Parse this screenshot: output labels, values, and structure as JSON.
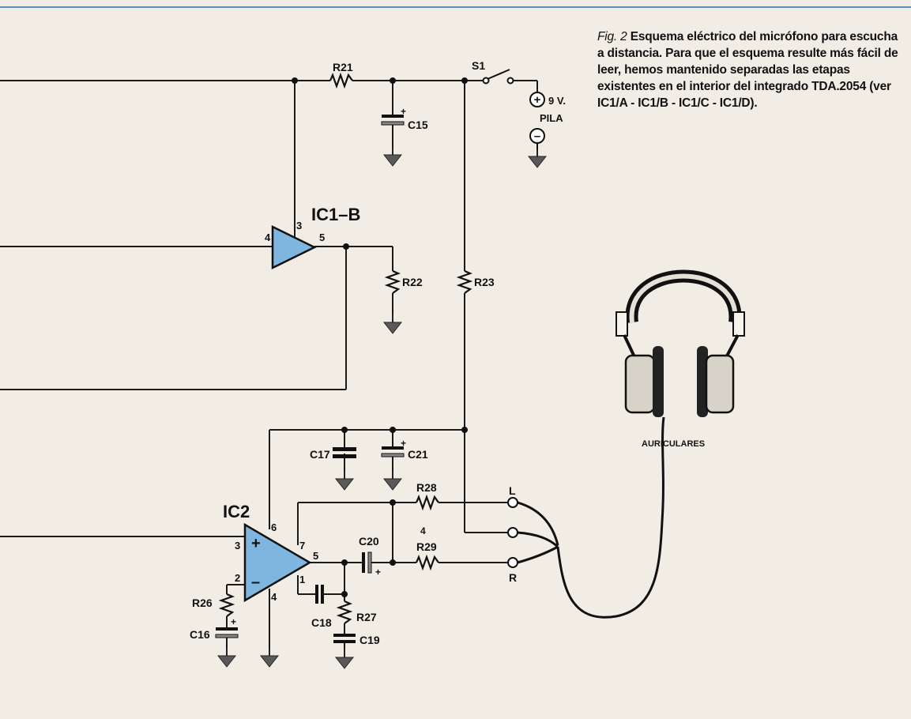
{
  "caption": {
    "fig_label": "Fig. 2",
    "text": "Esquema eléctrico del micrófono para escucha a distancia. Para que el esquema resulte más fácil de leer, hemos mantenido separadas las etapas existentes en el interior del integrado TDA.2054 (ver IC1/A - IC1/B - IC1/C - IC1/D)."
  },
  "chips": {
    "ic1b": "IC1–B",
    "ic2": "IC2"
  },
  "components": {
    "r21": "R21",
    "r22": "R22",
    "r23": "R23",
    "r26": "R26",
    "r27": "R27",
    "r28": "R28",
    "r29": "R29",
    "c15": "C15",
    "c16": "C16",
    "c17": "C17",
    "c18": "C18",
    "c19": "C19",
    "c20": "C20",
    "c21": "C21",
    "s1": "S1"
  },
  "battery": {
    "voltage": "9 V.",
    "label": "PILA",
    "plus": "+",
    "minus": "–"
  },
  "pins": {
    "ic1b_3": "3",
    "ic1b_4": "4",
    "ic1b_5": "5",
    "ic2_1": "1",
    "ic2_2": "2",
    "ic2_3": "3",
    "ic2_4": "4",
    "ic2_5": "5",
    "ic2_6": "6",
    "ic2_7": "7"
  },
  "polarity": {
    "plus": "+"
  },
  "ic2_inputs": {
    "plus": "+",
    "minus": "–"
  },
  "jack": {
    "left": "L",
    "right": "R",
    "stray_mark": "4"
  },
  "headphones": {
    "label": "AURICULARES"
  },
  "colors": {
    "opamp_fill": "#7fb6e0",
    "ground_fill": "#595959",
    "rule": "#5b8fc0"
  }
}
